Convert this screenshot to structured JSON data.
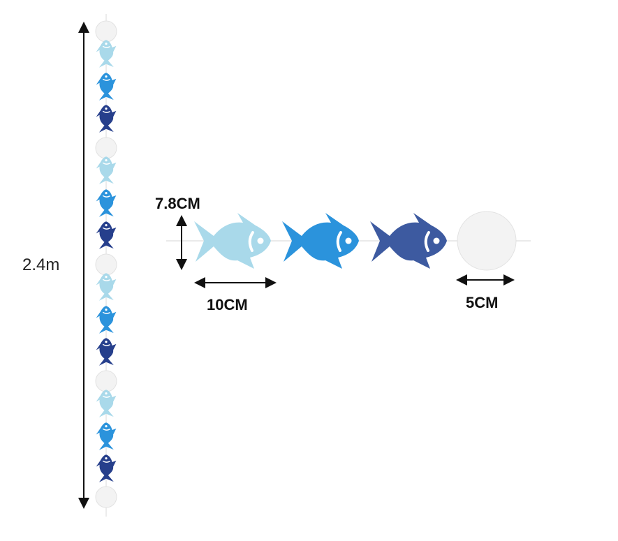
{
  "colors": {
    "light_fish": "#a9d9ea",
    "mid_fish": "#2b93dc",
    "dark_fish": "#3d5aa0",
    "dark_fish_vertical": "#263f8c",
    "circle": "#f3f3f3",
    "arrow": "#111111"
  },
  "labels": {
    "fish_height": "7.8CM",
    "fish_width": "10CM",
    "circle_diameter": "5CM",
    "total_length": "2.4m"
  },
  "garland": {
    "horizontal_sequence": [
      "light-fish",
      "mid-fish",
      "dark-fish",
      "circle"
    ],
    "vertical_sequence": [
      "circle",
      "light-fish",
      "mid-fish",
      "dark-fish",
      "circle",
      "light-fish",
      "mid-fish",
      "dark-fish",
      "circle",
      "light-fish",
      "mid-fish",
      "dark-fish",
      "circle",
      "light-fish",
      "mid-fish",
      "dark-fish",
      "circle"
    ]
  }
}
